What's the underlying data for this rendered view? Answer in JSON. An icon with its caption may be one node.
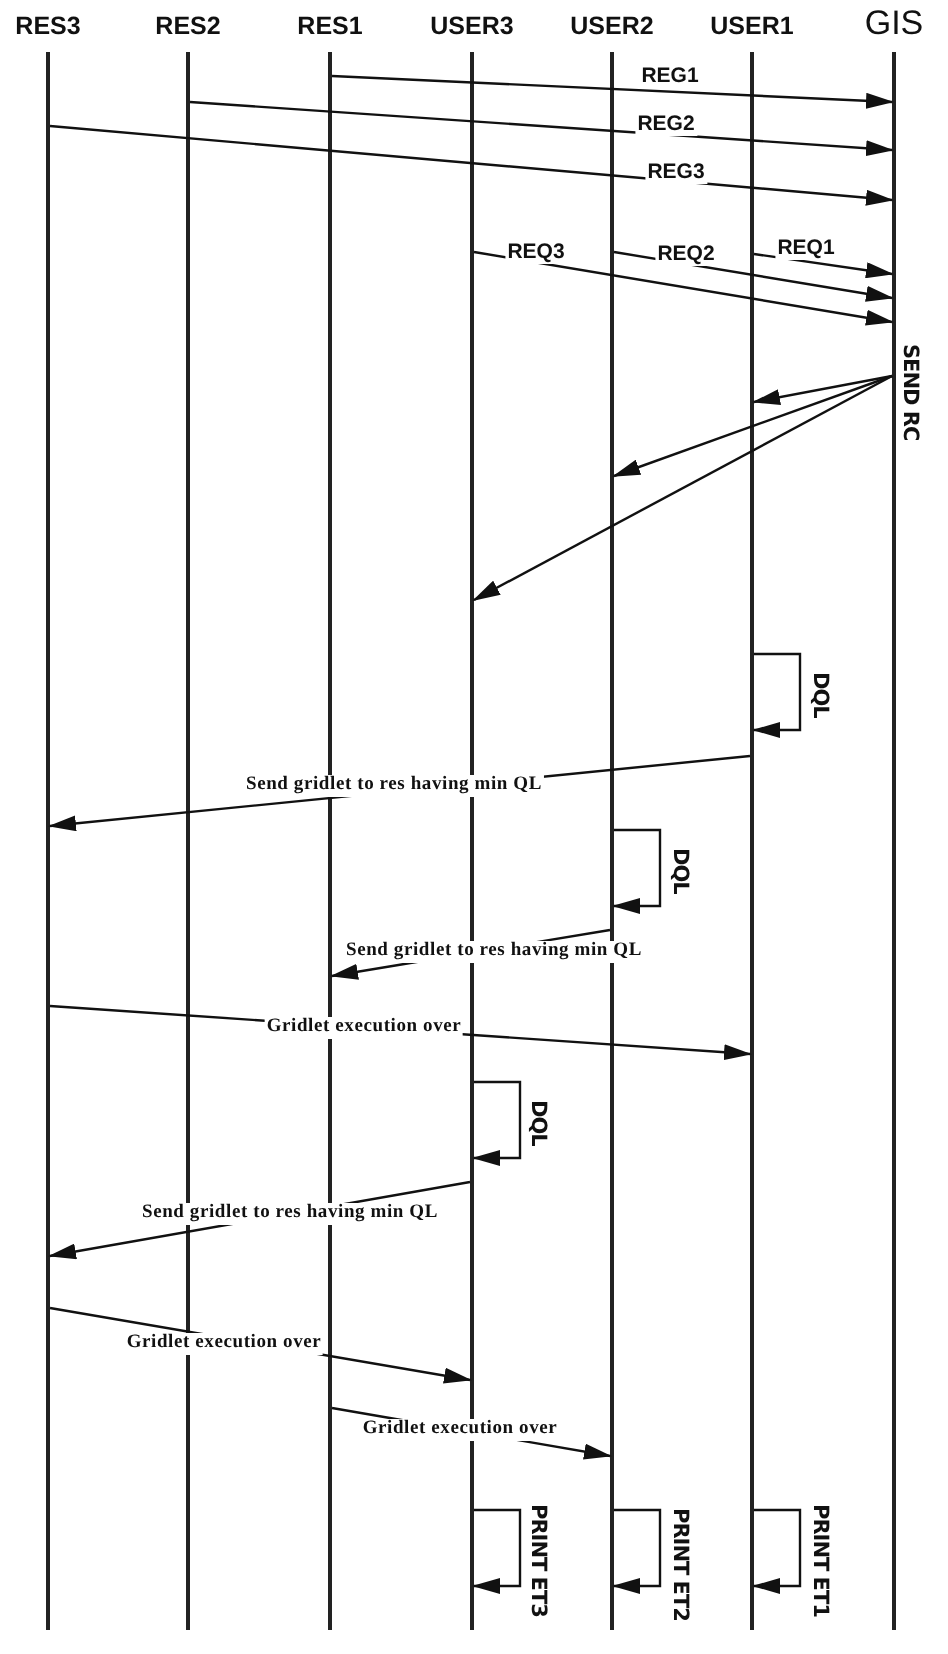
{
  "diagram": {
    "nodes": [
      {
        "text": [
          "RES3"
        ]
      },
      {
        "text": [
          "RES2"
        ]
      },
      {
        "text": [
          "RES1"
        ]
      },
      {
        "text": [
          "USER3"
        ]
      },
      {
        "text": [
          "USER2"
        ]
      },
      {
        "text": [
          "USER1"
        ]
      },
      {
        "text": [
          "GIS"
        ]
      }
    ],
    "edges": [
      {
        "from": 2,
        "to": 6,
        "arrow": "to",
        "label": "REG1"
      },
      {
        "from": 1,
        "to": 6,
        "arrow": "to",
        "label": "REG2"
      },
      {
        "from": 0,
        "to": 6,
        "arrow": "to",
        "label": "REG3"
      },
      {
        "from": 5,
        "to": 6,
        "arrow": "to",
        "label": "REQ1"
      },
      {
        "from": 4,
        "to": 6,
        "arrow": "to",
        "label": "REQ2"
      },
      {
        "from": 3,
        "to": 6,
        "arrow": "to",
        "label": "REQ3"
      },
      {
        "from": 6,
        "to": 5,
        "arrow": "to",
        "label": "SEND RC"
      },
      {
        "from": 6,
        "to": 4,
        "arrow": "to"
      },
      {
        "from": 6,
        "to": 3,
        "arrow": "to"
      },
      {
        "from": 5,
        "to": 5,
        "arrow": "to",
        "label": "DQL"
      },
      {
        "from": 5,
        "to": 0,
        "arrow": "to",
        "label": "Send gridlet to res having min QL"
      },
      {
        "from": 4,
        "to": 4,
        "arrow": "to",
        "label": "DQL"
      },
      {
        "from": 4,
        "to": 2,
        "arrow": "to",
        "label": "Send gridlet to res having min QL"
      },
      {
        "from": 0,
        "to": 5,
        "arrow": "to",
        "label": "Gridlet execution over"
      },
      {
        "from": 3,
        "to": 3,
        "arrow": "to",
        "label": "DQL"
      },
      {
        "from": 3,
        "to": 0,
        "arrow": "to",
        "label": "Send gridlet to res having min QL"
      },
      {
        "from": 0,
        "to": 3,
        "arrow": "to",
        "label": "Gridlet execution over"
      },
      {
        "from": 2,
        "to": 4,
        "arrow": "to",
        "label": "Gridlet execution over"
      },
      {
        "from": 3,
        "to": 3,
        "arrow": "to",
        "label": "PRINT ET3"
      },
      {
        "from": 4,
        "to": 4,
        "arrow": "to",
        "label": "PRINT ET2"
      },
      {
        "from": 5,
        "to": 5,
        "arrow": "to",
        "label": "PRINT ET1"
      }
    ]
  }
}
